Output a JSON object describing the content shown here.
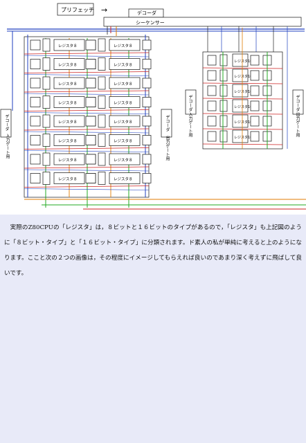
{
  "diagram": {
    "prefetch_label": "プリフェッチ",
    "arrow_glyph": "→",
    "decoder_top_label": "デコーダ",
    "sequencer_label": "シーケンサー",
    "left_decoder_label": "デコーダ",
    "left_input_gate_label": "入力ゲート用",
    "mid_decoder_label": "デコーダ",
    "mid_output_gate_label": "出力ゲート用",
    "right_decoder_a_label": "デコーダ",
    "right_input_gate_label": "入力ゲート用",
    "right_decoder_b_label": "デコーダ",
    "right_output_gate_label": "出力ゲート用",
    "register_label_8bit": "レジスタ８",
    "register_label_16bit": "レジスタ16",
    "wire_colors": {
      "blue": "#1f3fbf",
      "red": "#cc2222",
      "green": "#22aa22",
      "orange": "#e07b00",
      "olive": "#889900",
      "black": "#222222"
    }
  },
  "caption": {
    "text": "実際のZ80CPUの「レジスタ」は，８ビットと１６ビットのタイプがあるので，「レジスタ」も上記図のように「８ビット・タイプ」と「１６ビット・タイプ」に分類されます。ド素人の私が単純に考えると上のようになります。ここと次の２つの画像は，その程度にイメージしてもらえれば良いのであまり深く考えずに飛ばして良いです。"
  }
}
